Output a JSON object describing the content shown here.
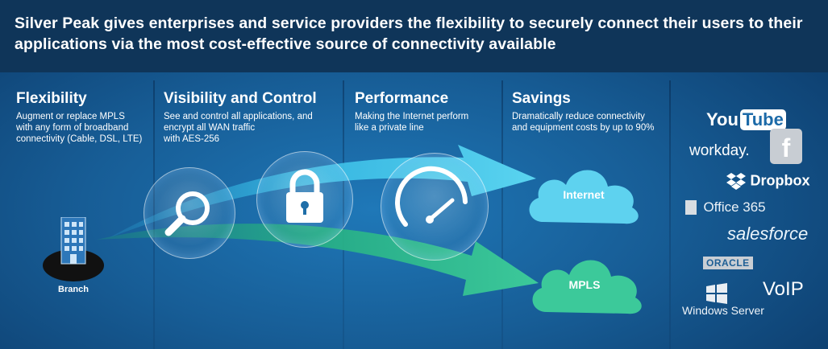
{
  "header": {
    "line1": "Silver Peak gives enterprises and service providers the flexibility to securely connect their users to their",
    "line2": "applications via the most cost-effective source of connectivity available"
  },
  "columns": [
    {
      "title": "Flexibility",
      "desc": [
        "Augment or replace MPLS",
        "with any form of broadband",
        "connectivity (Cable, DSL, LTE)"
      ]
    },
    {
      "title": "Visibility and Control",
      "desc": [
        "See and control all applications, and",
        "encrypt all WAN traffic",
        "with AES-256"
      ]
    },
    {
      "title": "Performance",
      "desc": [
        "Making the Internet perform",
        "like a private line"
      ]
    },
    {
      "title": "Savings",
      "desc": [
        "Dramatically reduce connectivity",
        "and equipment costs by up to 90%"
      ]
    }
  ],
  "branch_label": "Branch",
  "clouds": {
    "internet": "Internet",
    "mpls": "MPLS"
  },
  "icons": [
    "building-icon",
    "magnifier-icon",
    "lock-icon",
    "speedometer-icon",
    "internet-cloud",
    "mpls-cloud"
  ],
  "logos": {
    "youtube_you": "You",
    "youtube_tube": "Tube",
    "workday": "workday.",
    "facebook": "f",
    "dropbox": "Dropbox",
    "office": "Office 365",
    "salesforce": "salesforce",
    "oracle": "ORACLE",
    "voip": "VoIP",
    "windows": "Windows Server"
  },
  "colors": {
    "header_bg": "#0f3559",
    "background": "#175d96",
    "internet_arrow": "#4fd0ee",
    "mpls_arrow": "#2fbf8e",
    "internet_cloud": "#5ed2ef",
    "mpls_cloud": "#3cc99a"
  }
}
